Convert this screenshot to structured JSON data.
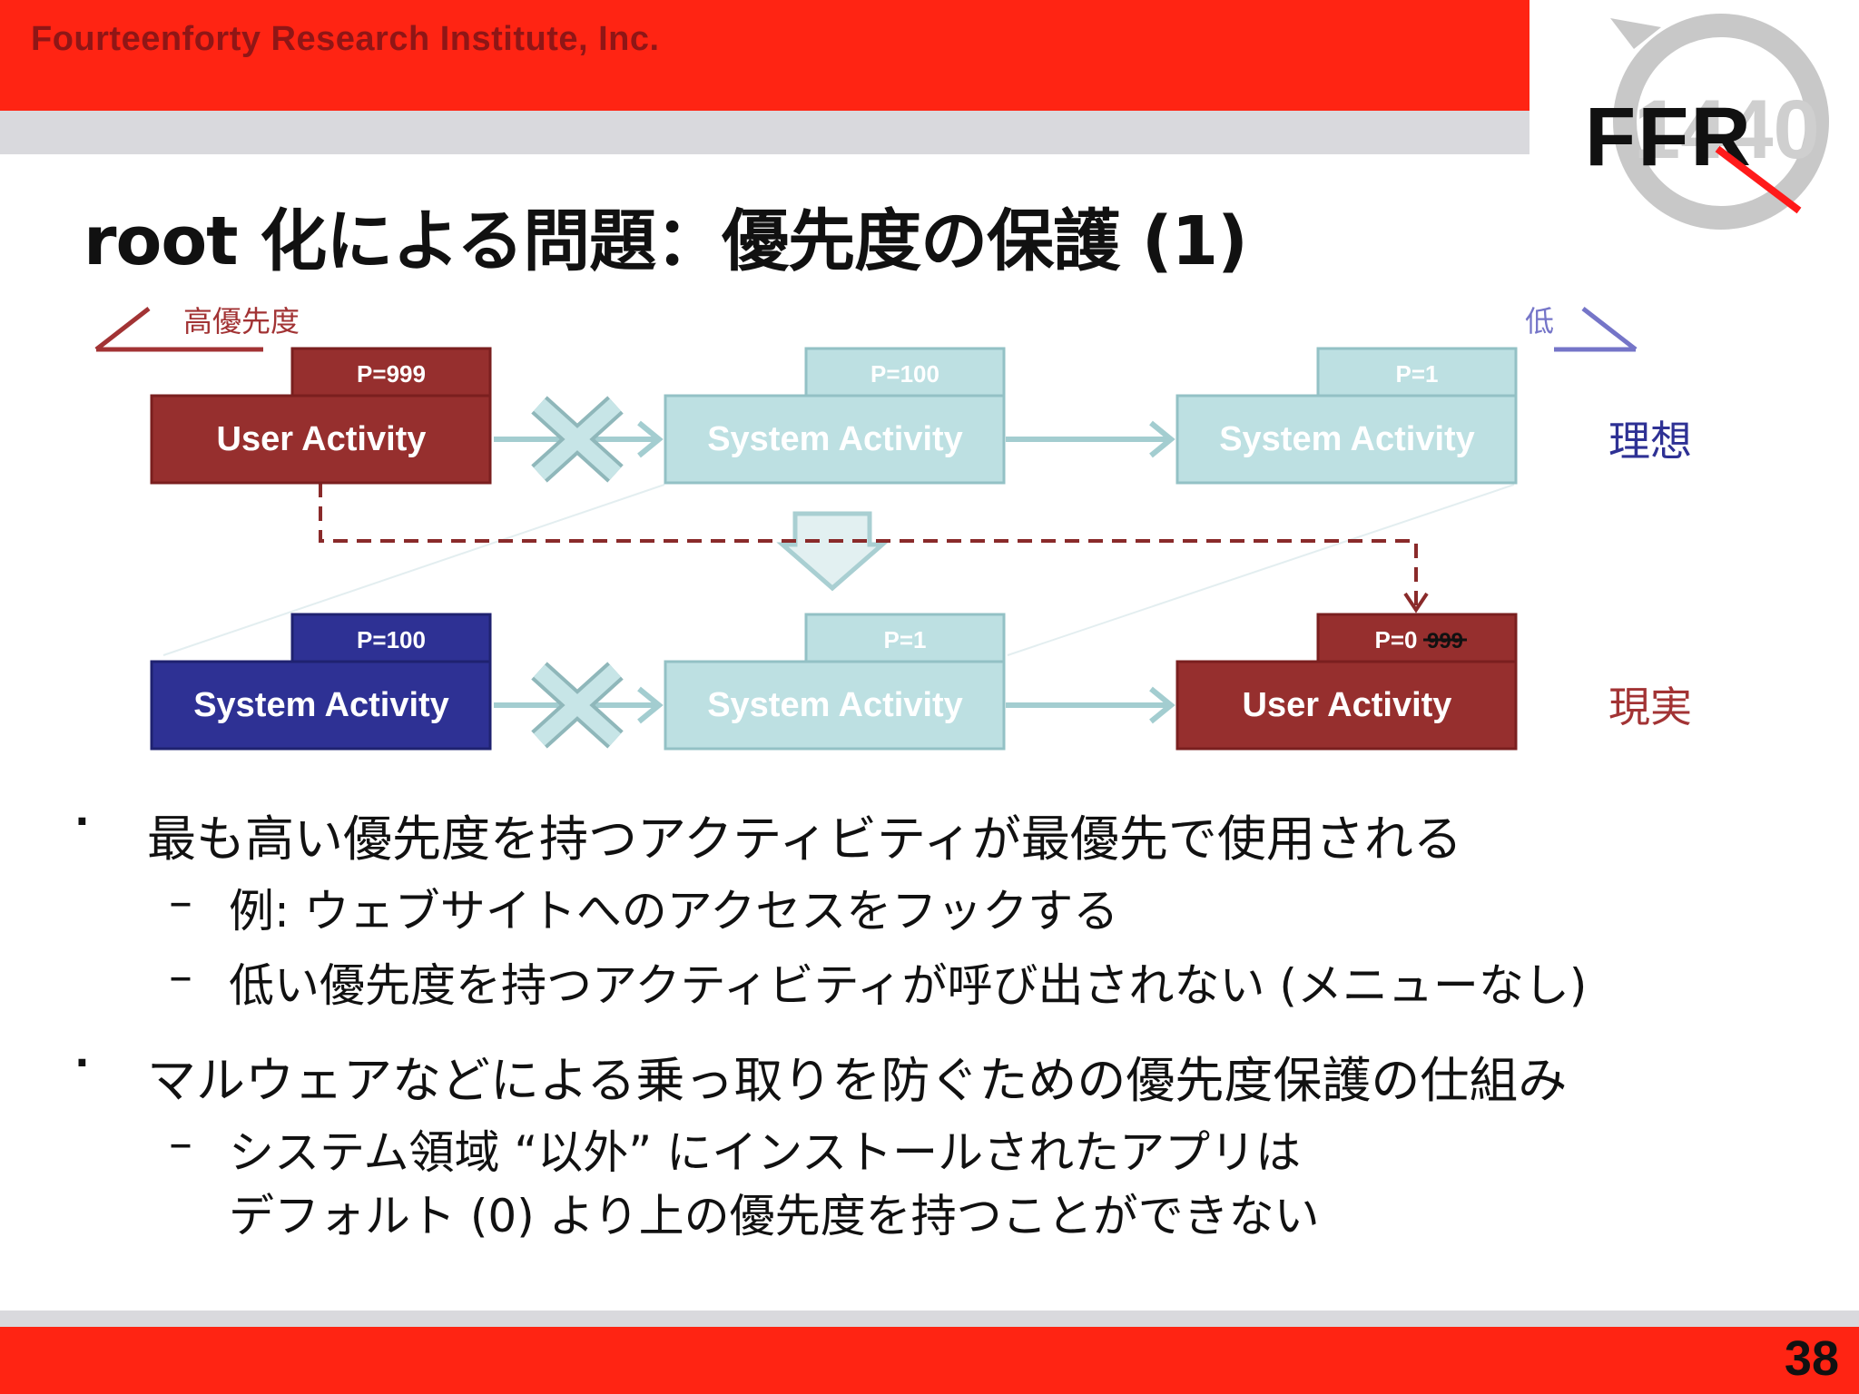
{
  "header": {
    "company": "Fourteenforty Research Institute, Inc.",
    "logo_text": "FFR",
    "logo_watermark": "1440"
  },
  "title": "root 化による問題：優先度の保護 (1)",
  "diagram": {
    "high_priority_label": "高優先度",
    "low_priority_label": "低",
    "ideal_label": "理想",
    "reality_label": "現実",
    "ideal_row": [
      {
        "priority": "P=999",
        "name": "User Activity",
        "kind": "user"
      },
      {
        "priority": "P=100",
        "name": "System Activity",
        "kind": "light"
      },
      {
        "priority": "P=1",
        "name": "System Activity",
        "kind": "light"
      }
    ],
    "reality_row": [
      {
        "priority": "P=100",
        "name": "System Activity",
        "kind": "system"
      },
      {
        "priority": "P=1",
        "name": "System Activity",
        "kind": "light"
      },
      {
        "priority": "P=0",
        "priority_struck": "999",
        "name": "User Activity",
        "kind": "user"
      }
    ],
    "colors": {
      "user": "#962f2e",
      "system": "#2e3194",
      "light": "#bde0e2",
      "light_border": "#93c1c5",
      "light_text": "#ffffff",
      "high_line": "#a23334",
      "low_line": "#7575c8"
    }
  },
  "bullets": [
    {
      "text": "最も高い優先度を持つアクティビティが最優先で使用される",
      "sub": [
        "例: ウェブサイトへのアクセスをフックする",
        "低い優先度を持つアクティビティが呼び出されない (メニューなし)"
      ]
    },
    {
      "text": "マルウェアなどによる乗っ取りを防ぐための優先度保護の仕組み",
      "sub": [
        "システム領域 “以外” にインストールされたアプリは",
        "デフォルト (0) より上の優先度を持つことができない"
      ]
    }
  ],
  "footer": {
    "page_number": "38"
  }
}
